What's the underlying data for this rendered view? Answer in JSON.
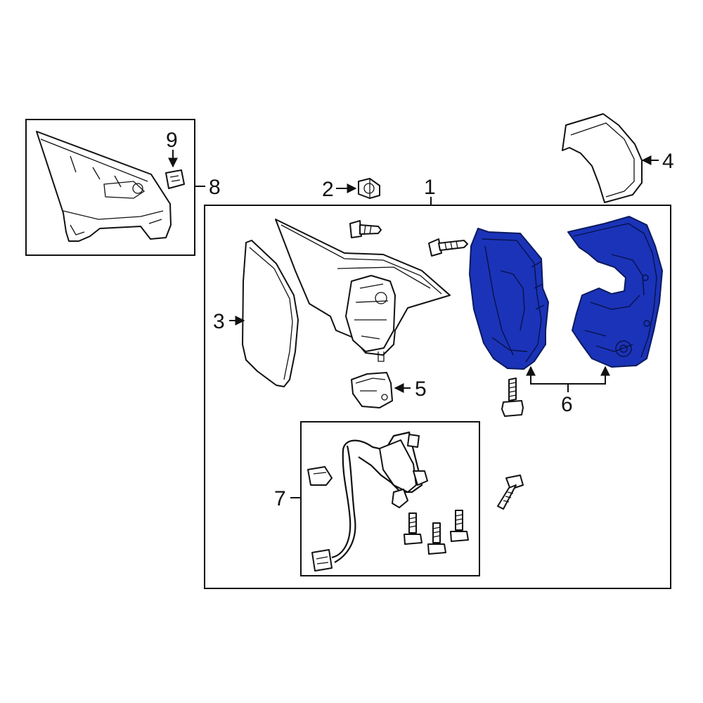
{
  "diagram": {
    "highlight_color": "#1a33b8",
    "callouts": {
      "c1": "1",
      "c2": "2",
      "c3": "3",
      "c4": "4",
      "c5": "5",
      "c6": "6",
      "c7": "7",
      "c8": "8",
      "c9": "9"
    }
  }
}
